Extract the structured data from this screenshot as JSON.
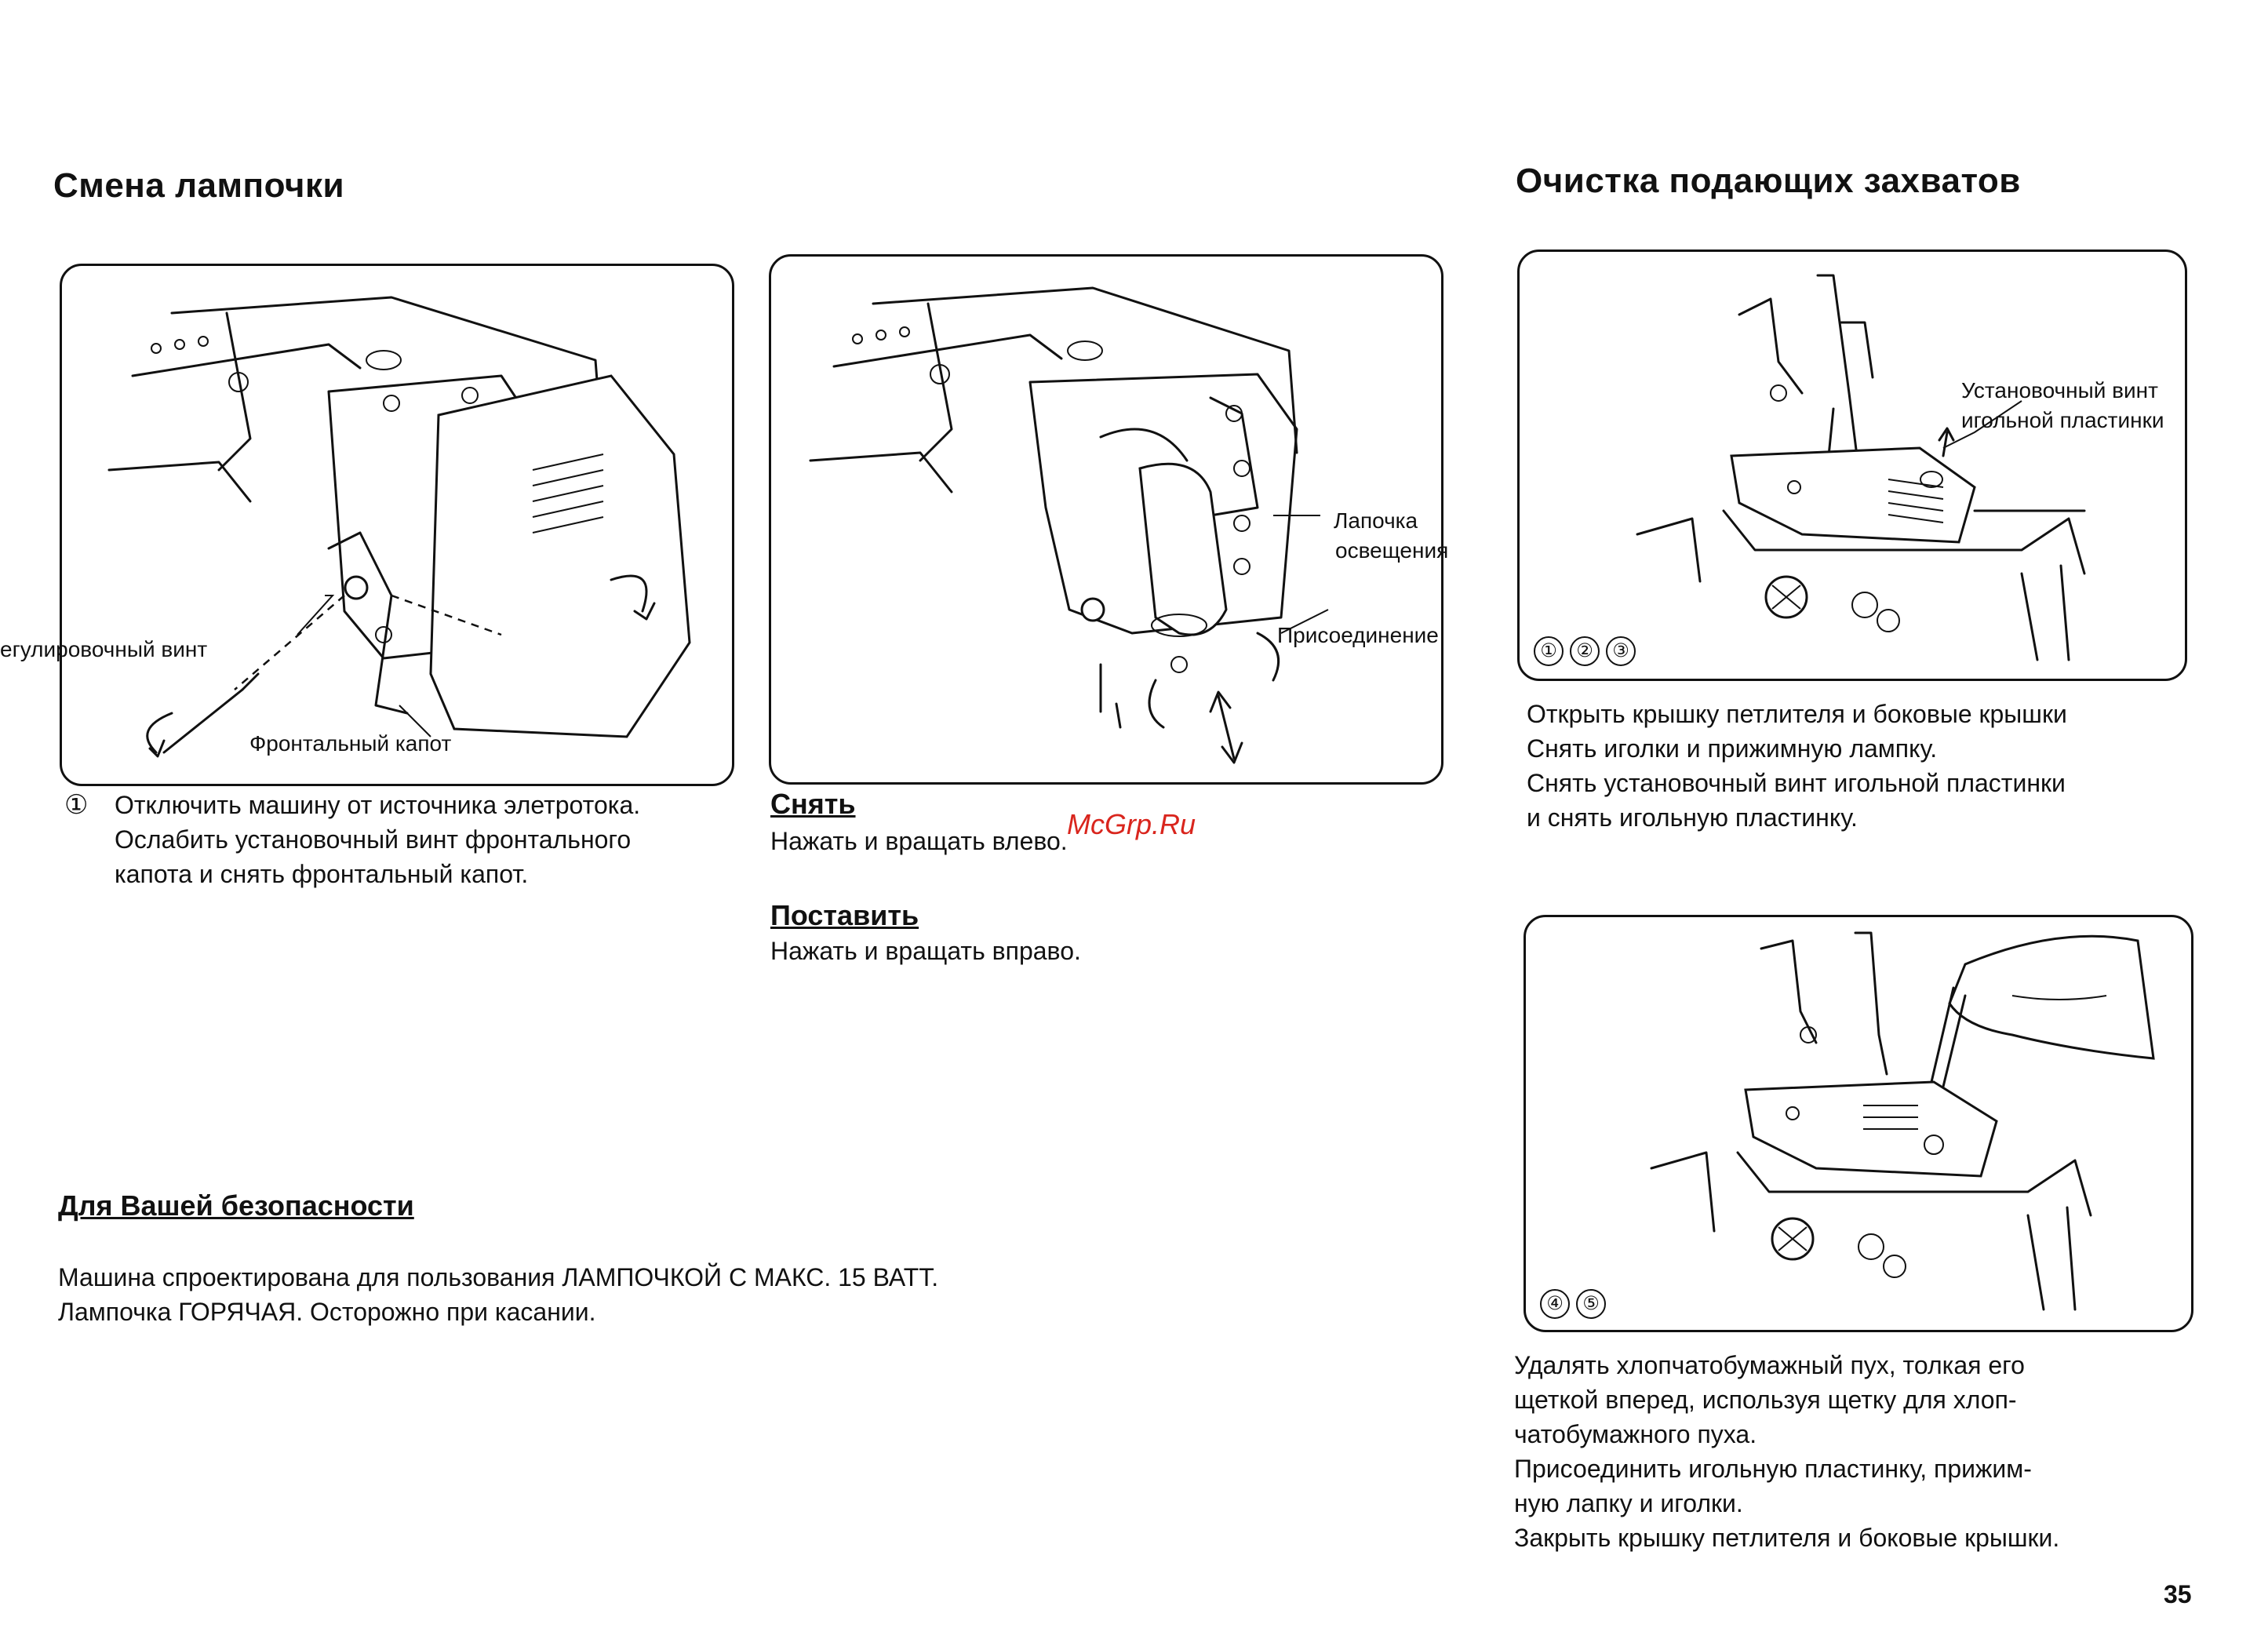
{
  "bulb_section": {
    "title": "Смена лампочки",
    "fig1_callouts": {
      "adjust_screw": "егулировочный винт",
      "front_cover": "Фронтальный капот"
    },
    "fig2_callouts": {
      "lamp_line1": "Лапочка",
      "lamp_line2": "освещения",
      "connect": "Присоединение"
    },
    "step1_marker": "①",
    "step1_lines": [
      "Отключить машину от источника элетротока.",
      "Ослабить установочный винт фронтального",
      "капота и снять фронтальный капот."
    ],
    "remove_title": "Снять",
    "remove_text": "Нажать и вращать влево.",
    "install_title": "Поставить",
    "install_text": "Нажать и вращать вправо."
  },
  "watermark": "McGrp.Ru",
  "safety": {
    "title": "Для Вашей безопасности",
    "lines": [
      "Машина спроектирована для пользования ЛАМПОЧКОЙ С МАКС. 15 ВАТТ.",
      "Лампочка ГОРЯЧАЯ. Осторожно при касании."
    ]
  },
  "cleaning_section": {
    "title": "Очистка подающих захватов",
    "fig3_callouts": {
      "screw_line1": "Установочный винт",
      "screw_line2": "игольной пластинки"
    },
    "fig3_marks": [
      "①",
      "②",
      "③"
    ],
    "fig4_marks": [
      "④",
      "⑤"
    ],
    "steps_a": [
      "Открыть крышку петлителя и боковые крышки",
      "Снять иголки и прижимную лампку.",
      "Снять установочный винт игольной пластинки",
      "и снять игольную пластинку."
    ],
    "steps_b": [
      "Удалять хлопчатобумажный пух, толкая его",
      "щеткой вперед, используя щетку для хлоп-",
      "чатобумажного пуха.",
      "Присоединить игольную пластинку, прижим-",
      "ную лапку и иголки.",
      "Закрыть крышку петлителя и боковые крышки."
    ]
  },
  "page_number": "35"
}
